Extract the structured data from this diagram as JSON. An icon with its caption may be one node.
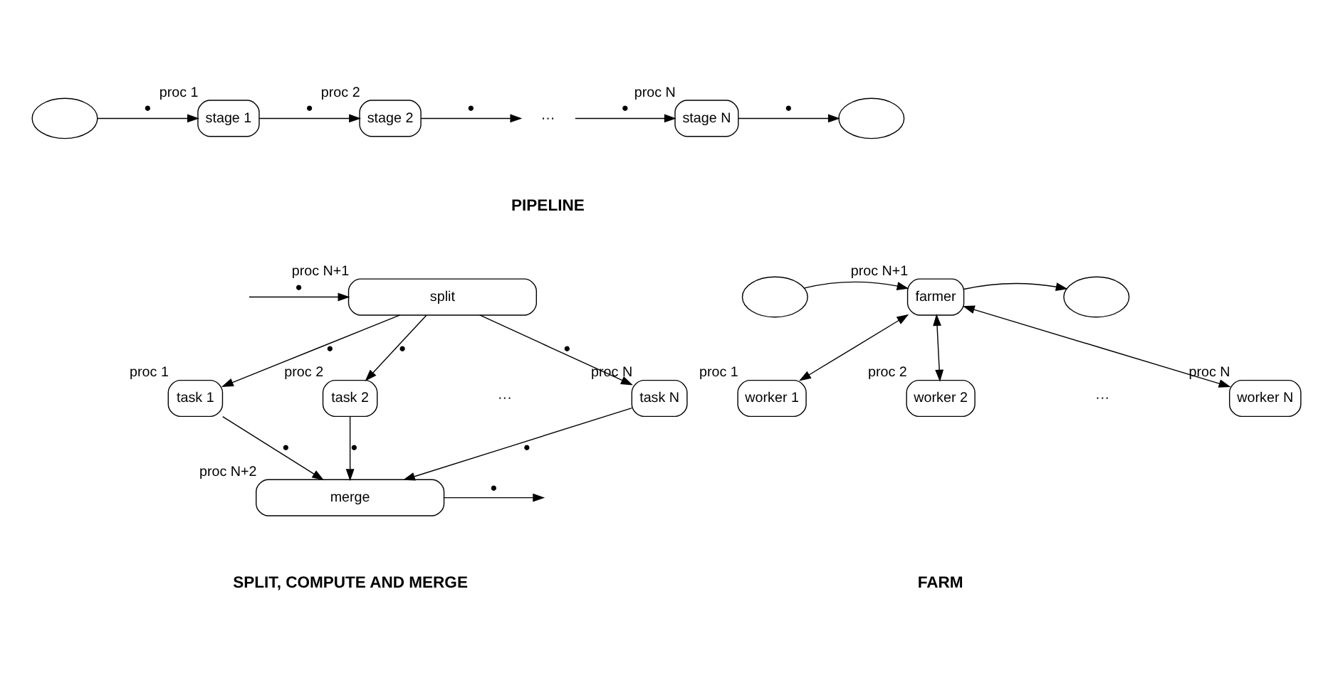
{
  "diagram": {
    "nodes": [
      {
        "text": [],
        "shape": "ellipse"
      },
      {
        "text": [
          "stage 1"
        ],
        "beside": [
          "proc 1"
        ]
      },
      {
        "text": [
          "stage 2"
        ],
        "beside": [
          "proc 2"
        ]
      },
      {
        "text": [
          "···"
        ]
      },
      {
        "text": [
          "stage N"
        ],
        "beside": [
          "proc N"
        ]
      },
      {
        "text": [],
        "shape": "ellipse"
      },
      {
        "text": [
          "split"
        ],
        "beside": [
          "proc N+1"
        ]
      },
      {
        "text": [
          "task 1"
        ],
        "beside": [
          "proc 1"
        ]
      },
      {
        "text": [
          "task 2"
        ],
        "beside": [
          "proc 2"
        ]
      },
      {
        "text": [
          "···"
        ]
      },
      {
        "text": [
          "task N"
        ],
        "beside": [
          "proc N"
        ]
      },
      {
        "text": [
          "merge"
        ],
        "beside": [
          "proc N+2"
        ]
      },
      {
        "text": [],
        "shape": "ellipse"
      },
      {
        "text": [
          "farmer"
        ],
        "beside": [
          "proc N+1"
        ]
      },
      {
        "text": [],
        "shape": "ellipse"
      },
      {
        "text": [
          "worker 1"
        ],
        "beside": [
          "proc 1"
        ]
      },
      {
        "text": [
          "worker 2"
        ],
        "beside": [
          "proc 2"
        ]
      },
      {
        "text": [
          "···"
        ]
      },
      {
        "text": [
          "worker N"
        ],
        "beside": [
          "proc N"
        ]
      }
    ],
    "edges": [
      {
        "from": 0,
        "to": 1,
        "arrow": "to",
        "label": "●"
      },
      {
        "from": 1,
        "to": 2,
        "arrow": "to",
        "label": "●"
      },
      {
        "from": 2,
        "to": 3,
        "arrow": "to",
        "label": "●"
      },
      {
        "from": 3,
        "to": 4,
        "arrow": "to",
        "label": "●"
      },
      {
        "from": 4,
        "to": 5,
        "arrow": "to",
        "label": "●"
      },
      {
        "from": null,
        "to": 6,
        "arrow": "to",
        "label": "●"
      },
      {
        "from": 6,
        "to": 7,
        "arrow": "to",
        "label": "●"
      },
      {
        "from": 6,
        "to": 8,
        "arrow": "to",
        "label": "●"
      },
      {
        "from": 6,
        "to": 10,
        "arrow": "to",
        "label": "●"
      },
      {
        "from": 7,
        "to": 11,
        "arrow": "to",
        "label": "●"
      },
      {
        "from": 8,
        "to": 11,
        "arrow": "to",
        "label": "●"
      },
      {
        "from": 10,
        "to": 11,
        "arrow": "to",
        "label": "●"
      },
      {
        "from": 11,
        "to": null,
        "arrow": "to",
        "label": "●"
      },
      {
        "from": 12,
        "to": 13,
        "arrow": "to"
      },
      {
        "from": 13,
        "to": 14,
        "arrow": "to"
      },
      {
        "from": 13,
        "to": 15,
        "arrow": "both"
      },
      {
        "from": 13,
        "to": 16,
        "arrow": "both"
      },
      {
        "from": 13,
        "to": 18,
        "arrow": "both"
      }
    ],
    "labels": [
      "PIPELINE",
      "SPLIT, COMPUTE AND MERGE",
      "FARM"
    ]
  }
}
